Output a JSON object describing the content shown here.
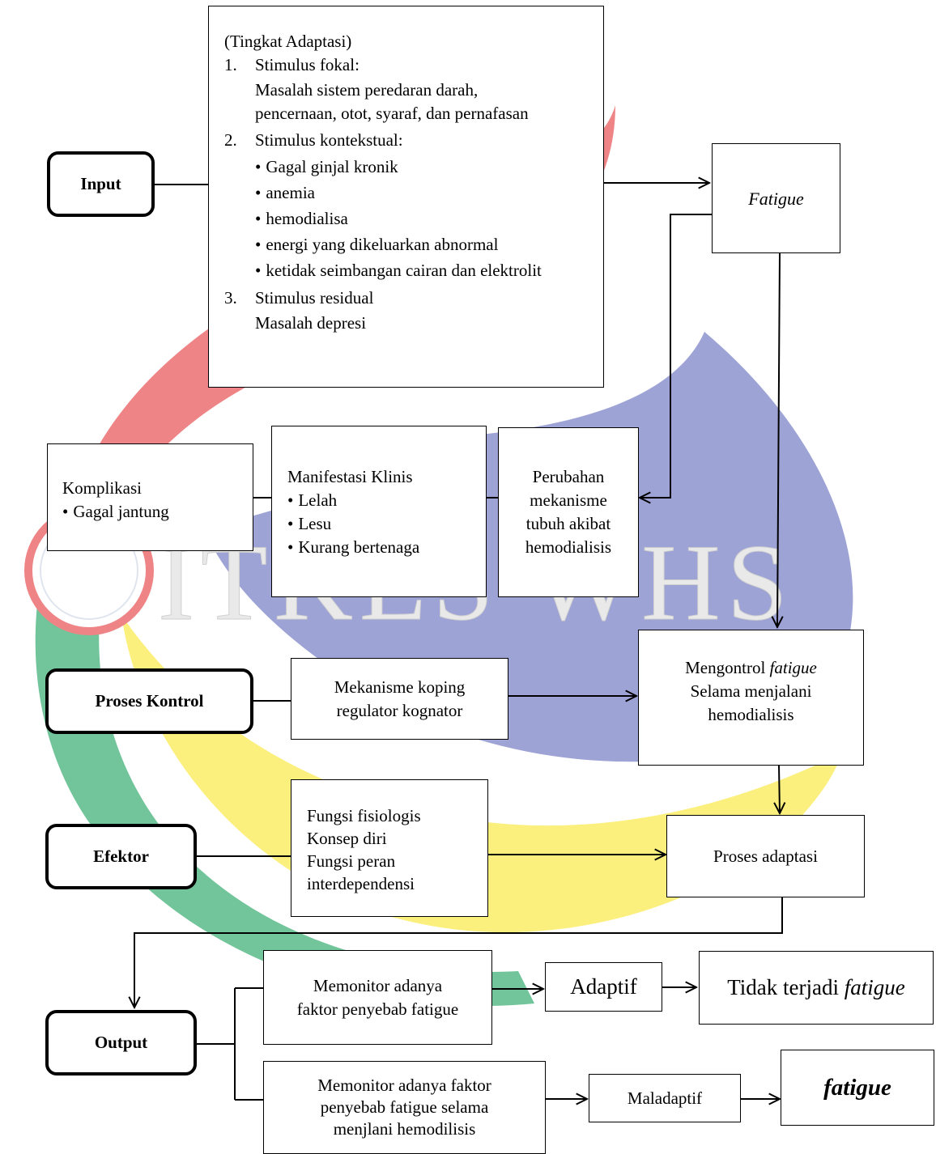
{
  "input_label": "Input",
  "proses_kontrol_label": "Proses Kontrol",
  "efektor_label": "Efektor",
  "output_label": "Output",
  "stimulus": {
    "title": "(Tingkat Adaptasi)",
    "items": [
      {
        "num": "1.",
        "label": "Stimulus fokal:",
        "lines": [
          "Masalah sistem peredaran darah,",
          "pencernaan, otot, syaraf, dan pernafasan"
        ],
        "bullets": []
      },
      {
        "num": "2.",
        "label": "Stimulus kontekstual:",
        "lines": [],
        "bullets": [
          "Gagal ginjal kronik",
          "anemia",
          "hemodialisa",
          "energi yang dikeluarkan abnormal",
          "ketidak seimbangan cairan dan elektrolit"
        ]
      },
      {
        "num": "3.",
        "label": "Stimulus residual",
        "lines": [
          "Masalah depresi"
        ],
        "bullets": []
      }
    ]
  },
  "fatigue_box": "Fatigue",
  "komplikasi": {
    "title": "Komplikasi",
    "items": [
      "Gagal jantung"
    ]
  },
  "manifestasi": {
    "title": "Manifestasi Klinis",
    "items": [
      "Lelah",
      "Lesu",
      "Kurang bertenaga"
    ]
  },
  "perubahan": [
    "Perubahan",
    "mekanisme",
    "tubuh akibat",
    "hemodialisis"
  ],
  "mekanisme_koping": [
    "Mekanisme koping",
    "regulator kognator"
  ],
  "mengontrol": {
    "line1_prefix": "Mengontrol ",
    "line1_italic": "fatigue",
    "line2": "Selama menjalani",
    "line3": "hemodialisis"
  },
  "fungsi": [
    "Fungsi fisiologis",
    "Konsep diri",
    "Fungsi peran",
    "interdependensi"
  ],
  "proses_adaptasi": "Proses adaptasi",
  "memonitor1": [
    "Memonitor adanya",
    "faktor penyebab fatigue"
  ],
  "memonitor2": [
    "Memonitor adanya faktor",
    "penyebab fatigue selama",
    "menjlani hemodilisis"
  ],
  "adaptif": "Adaptif",
  "tidak_terjadi": {
    "prefix": "Tidak terjadi ",
    "italic": "fatigue"
  },
  "maladaptif": "Maladaptif",
  "fatigue_final": "fatigue",
  "watermark": "ITKES WHS",
  "colors": {
    "red": "#ef8486",
    "green": "#72c59a",
    "yellow": "#fbf07e",
    "blue": "#9ea3d6",
    "watermark": "#e8e8e8"
  }
}
